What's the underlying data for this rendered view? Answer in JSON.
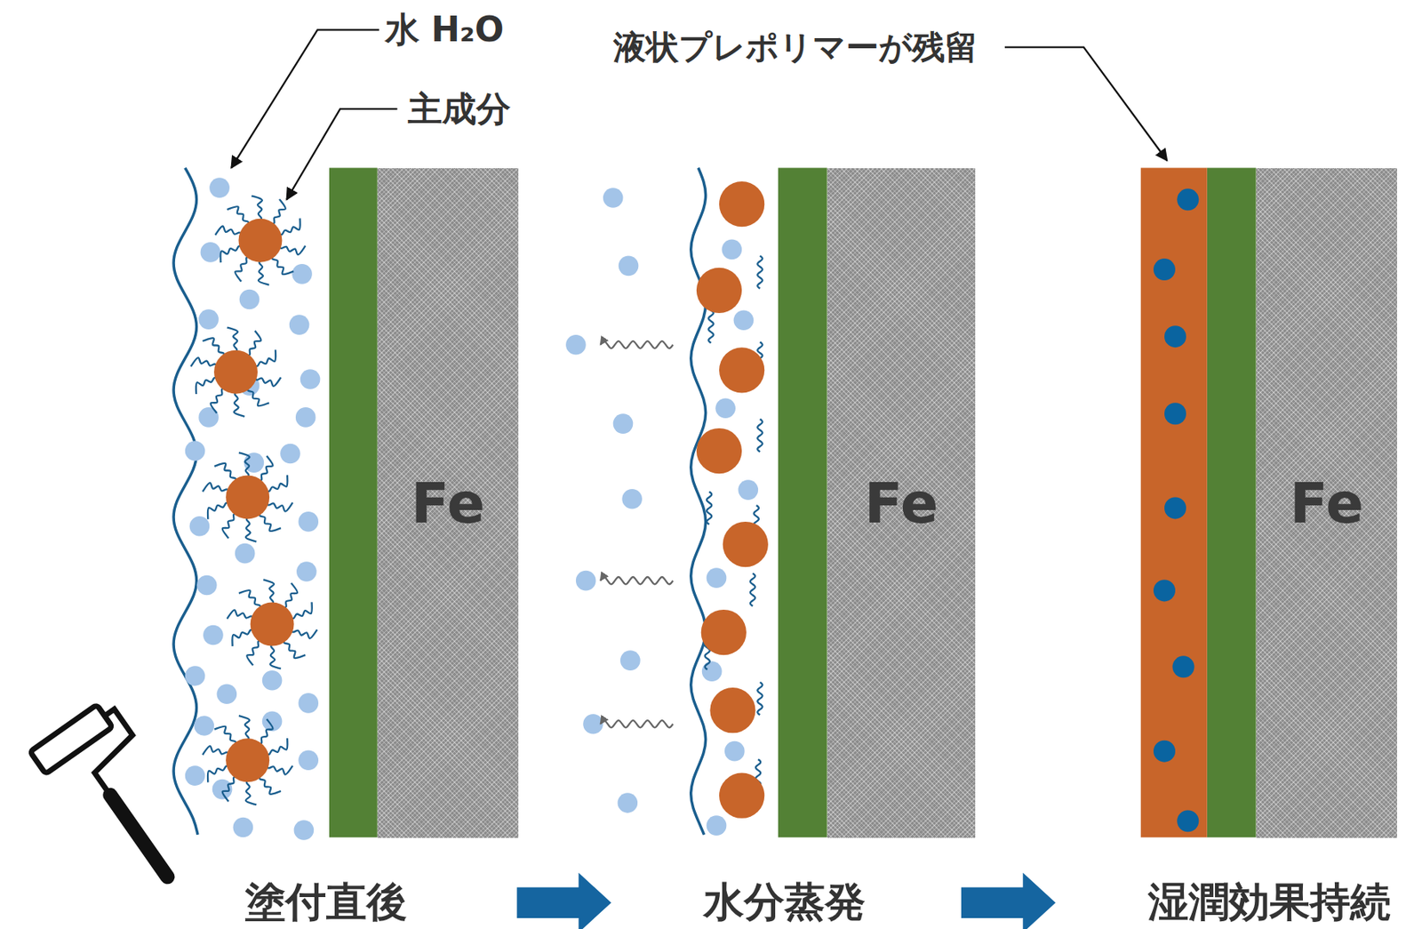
{
  "diagram": {
    "nodes": [
      {
        "text": [
          "Fe"
        ]
      },
      {
        "text": [
          "Fe"
        ]
      },
      {
        "text": [
          "Fe"
        ]
      }
    ],
    "labels": [
      "水 H₂O",
      "主成分",
      "液状プレポリマーが残留",
      "塗付直後",
      "水分蒸発",
      "湿潤効果持続"
    ]
  }
}
